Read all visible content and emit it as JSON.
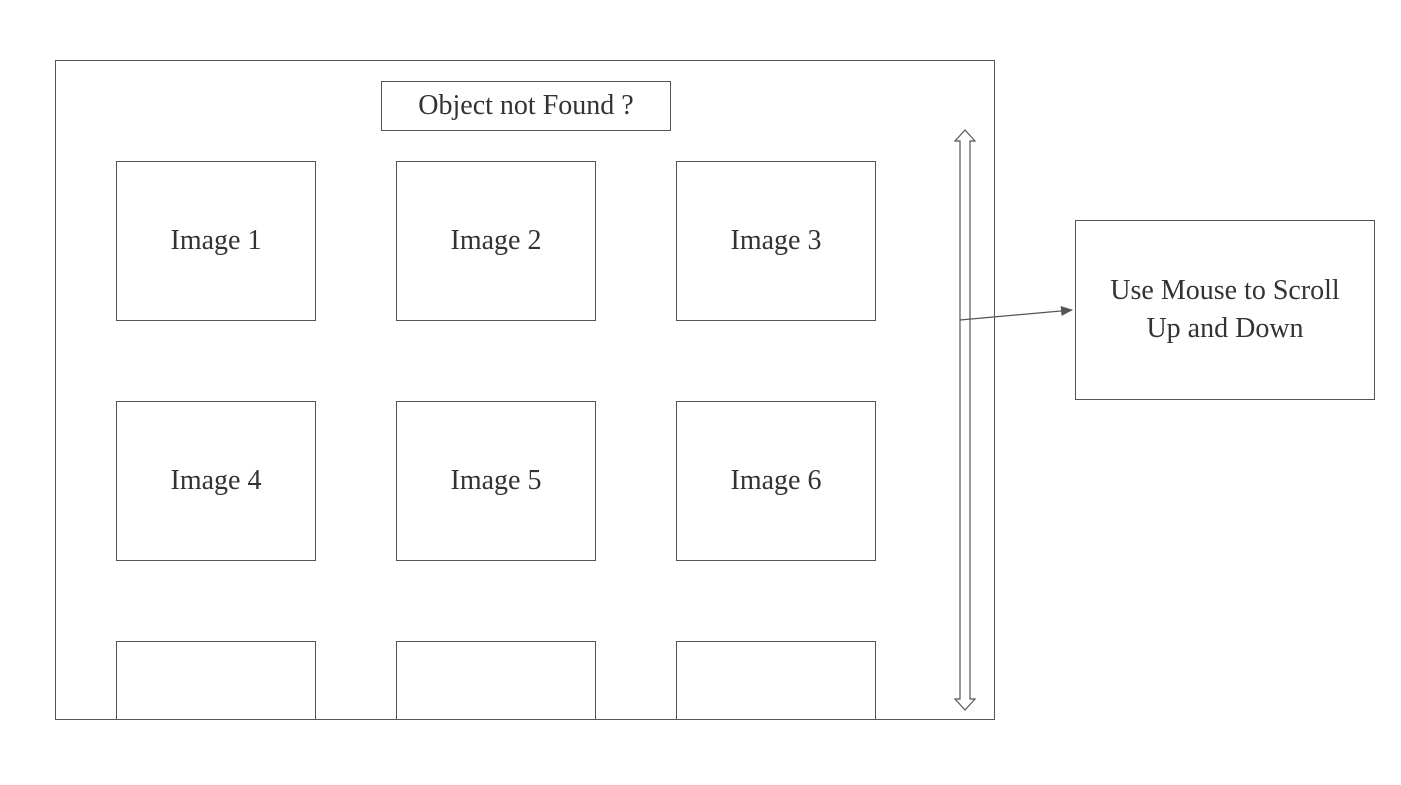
{
  "header": {
    "label": "Object not Found ?"
  },
  "gallery": {
    "tiles": [
      {
        "label": "Image 1"
      },
      {
        "label": "Image 2"
      },
      {
        "label": "Image 3"
      },
      {
        "label": "Image 4"
      },
      {
        "label": "Image 5"
      },
      {
        "label": "Image 6"
      },
      {
        "label": ""
      },
      {
        "label": ""
      },
      {
        "label": ""
      }
    ]
  },
  "note": {
    "text": "Use Mouse to Scroll\nUp and Down"
  },
  "colors": {
    "stroke": "#555555",
    "text": "#333333",
    "background": "#ffffff"
  }
}
